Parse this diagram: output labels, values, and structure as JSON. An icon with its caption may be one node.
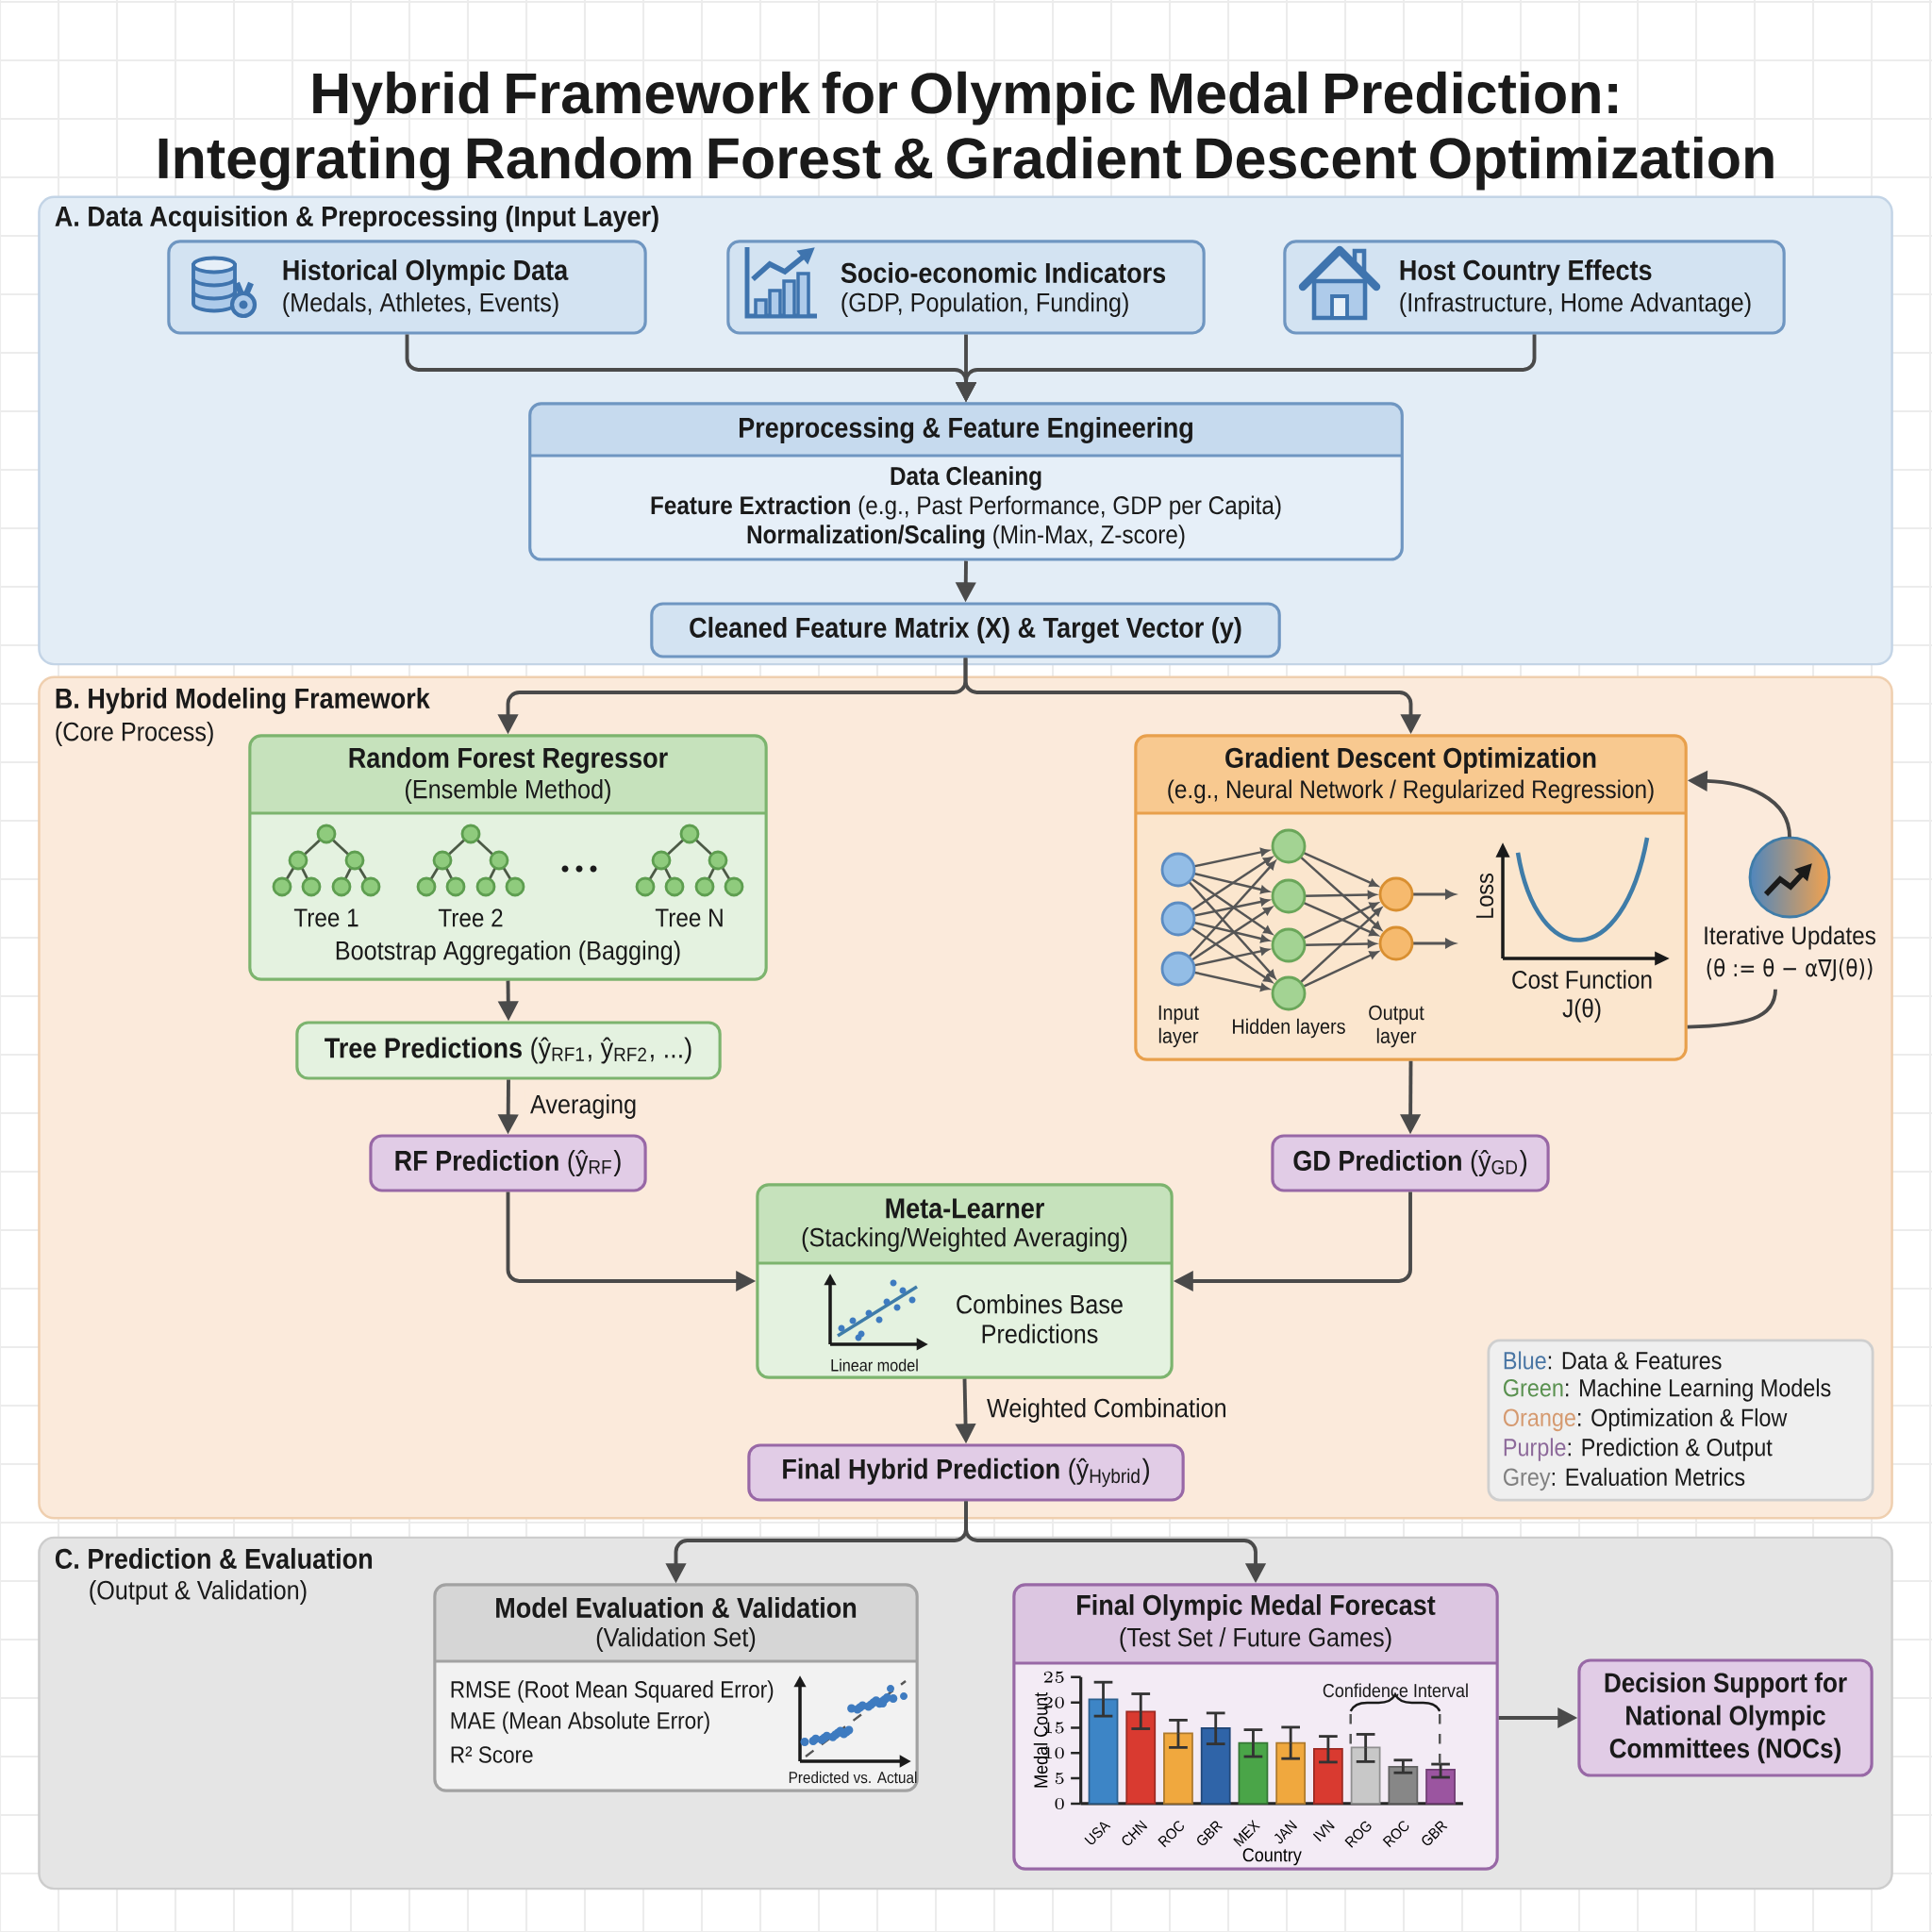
{
  "diagram": {
    "title": "Hybrid Framework for Olympic Medal Prediction: Integrating Random Forest & Gradient Descent Optimization",
    "nodes": [
      {
        "text": [
          "A. Data Acquisition & Preprocessing (Input Layer)"
        ]
      },
      {
        "text": [
          "Historical Olympic Data",
          "(Medals, Athletes, Events)"
        ],
        "in": 0
      },
      {
        "text": [
          "Socio-economic Indicators",
          "(GDP, Population, Funding)"
        ],
        "in": 0
      },
      {
        "text": [
          "Host Country Effects",
          "(Infrastructure, Home Advantage)"
        ],
        "in": 0
      },
      {
        "text": [
          "Preprocessing & Feature Engineering",
          "Data Cleaning",
          "**Feature Extraction** (e.g., Past Performance, GDP per Capita)",
          "**Normalization/Scaling** (Min-Max, Z-score)"
        ],
        "in": 0
      },
      {
        "text": [
          "Cleaned Feature Matrix (X) & Target Vector (y)"
        ],
        "in": 0
      },
      {
        "text": [
          "B. Hybrid Modeling Framework",
          "(Core Process)"
        ]
      },
      {
        "text": [
          "Random Forest Regressor",
          "(Ensemble Method)",
          "Tree 1",
          "Tree 2",
          "Tree N",
          "Bootstrap Aggregation (Bagging)"
        ],
        "in": 6
      },
      {
        "text": [
          "**Tree Predictions** (ŷ$_{RF1}$, ŷ$_{RF2}$, ...)"
        ],
        "in": 6
      },
      {
        "text": [
          "**RF Prediction** (ŷ$_{RF}$)"
        ],
        "in": 6
      },
      {
        "text": [
          "Gradient Descent Optimization",
          "(e.g., Neural Network / Regularized Regression)",
          "Input layer",
          "Hidden layers",
          "Output layer",
          "Loss",
          "Cost Function J(θ)"
        ],
        "in": 6
      },
      {
        "text": [
          "Iterative Updates",
          "(θ := θ − α∇J(θ))"
        ],
        "in": 6
      },
      {
        "text": [
          "**GD Prediction** (ŷ$_{GD}$)"
        ],
        "in": 6
      },
      {
        "text": [
          "Meta-Learner",
          "(Stacking/Weighted Averaging)",
          "Linear model",
          "Combines Base Predictions"
        ],
        "in": 6
      },
      {
        "text": [
          "**Final Hybrid Prediction** (ŷ$_{Hybrid}$)"
        ],
        "in": 6
      },
      {
        "text": [
          "C. Prediction & Evaluation",
          "(Output & Validation)"
        ]
      },
      {
        "text": [
          "Model Evaluation & Validation",
          "(Validation Set)",
          "RMSE (Root Mean Squared Error)",
          "MAE (Mean Absolute Error)",
          "R² Score",
          "Predicted vs. Actual"
        ],
        "in": 15
      },
      {
        "text": [
          "Final Olympic Medal Forecast",
          "(Test Set / Future Games)"
        ],
        "in": 15
      },
      {
        "text": [
          "Decision Support for National Olympic Committees (NOCs)"
        ],
        "in": 15
      }
    ],
    "edges": [
      {
        "from": 1,
        "to": 4,
        "arrow": "to"
      },
      {
        "from": 2,
        "to": 4,
        "arrow": "to"
      },
      {
        "from": 3,
        "to": 4,
        "arrow": "to"
      },
      {
        "from": 4,
        "to": 5,
        "arrow": "to"
      },
      {
        "from": 5,
        "to": 7,
        "arrow": "to"
      },
      {
        "from": 5,
        "to": 10,
        "arrow": "to"
      },
      {
        "from": 7,
        "to": 8,
        "arrow": "to"
      },
      {
        "from": 8,
        "to": 9,
        "arrow": "to",
        "label": "Averaging"
      },
      {
        "from": 9,
        "to": 13,
        "arrow": "to"
      },
      {
        "from": 10,
        "to": 12,
        "arrow": "to"
      },
      {
        "from": 12,
        "to": 13,
        "arrow": "to"
      },
      {
        "from": 10,
        "to": 11,
        "arrow": "none"
      },
      {
        "from": 11,
        "to": 10,
        "arrow": "to"
      },
      {
        "from": 13,
        "to": 14,
        "arrow": "to",
        "label": "Weighted Combination"
      },
      {
        "from": 14,
        "to": 16,
        "arrow": "to"
      },
      {
        "from": 14,
        "to": 17,
        "arrow": "to"
      },
      {
        "from": 17,
        "to": 18,
        "arrow": "to"
      }
    ],
    "legend": [
      {
        "text": "Blue: Data & Features",
        "color": "#4a76a4"
      },
      {
        "text": "Green: Machine Learning Models",
        "color": "#5a9150"
      },
      {
        "text": "Orange: Optimization & Flow",
        "color": "#d59a70"
      },
      {
        "text": "Purple: Prediction & Output",
        "color": "#8d6a9a"
      },
      {
        "text": "Grey: Evaluation Metrics",
        "color": "#808080"
      }
    ],
    "chart_data": {
      "type": "bar",
      "xlabel": "Country",
      "ylabel": "Medal Count",
      "categories": [
        "USA",
        "CHN",
        "ROC",
        "GBR",
        "MEX",
        "JAN",
        "IVN",
        "ROG",
        "ROC",
        "GBR"
      ],
      "series": [
        {
          "color": "#3d85c6",
          "values": [
            20.6,
            null,
            null,
            null,
            null,
            null,
            null,
            null,
            null,
            null
          ],
          "errors": [
            [
              17.3,
              24.0
            ],
            null,
            null,
            null,
            null,
            null,
            null,
            null,
            null,
            null
          ]
        },
        {
          "color": "#d93a30",
          "values": [
            null,
            18.2,
            null,
            null,
            null,
            null,
            10.8,
            null,
            null,
            null
          ],
          "errors": [
            null,
            [
              14.8,
              21.7
            ],
            null,
            null,
            null,
            null,
            [
              8.2,
              13.3
            ],
            null,
            null,
            null
          ]
        },
        {
          "color": "#f0a83e",
          "values": [
            null,
            null,
            13.9,
            null,
            null,
            12.0,
            null,
            null,
            null,
            null
          ],
          "errors": [
            null,
            null,
            [
              11.1,
              16.5
            ],
            null,
            null,
            [
              8.9,
              15.1
            ],
            null,
            null,
            null,
            null
          ]
        },
        {
          "color": "#2f64a8",
          "values": [
            null,
            null,
            null,
            14.9,
            null,
            null,
            null,
            null,
            null,
            null
          ],
          "errors": [
            null,
            null,
            null,
            [
              11.8,
              17.9
            ],
            null,
            null,
            null,
            null,
            null,
            null
          ]
        },
        {
          "color": "#4aa548",
          "values": [
            null,
            null,
            null,
            null,
            12.0,
            null,
            null,
            null,
            null,
            null
          ],
          "errors": [
            null,
            null,
            null,
            null,
            [
              9.3,
              14.6
            ],
            null,
            null,
            null,
            null,
            null
          ]
        },
        {
          "color": "#c8c8c8",
          "values": [
            null,
            null,
            null,
            null,
            null,
            null,
            null,
            11.1,
            null,
            null
          ],
          "errors": [
            null,
            null,
            null,
            null,
            null,
            null,
            null,
            [
              8.3,
              13.7
            ],
            null,
            null
          ]
        },
        {
          "color": "#878787",
          "values": [
            null,
            null,
            null,
            null,
            null,
            null,
            null,
            null,
            7.3,
            null
          ],
          "errors": [
            null,
            null,
            null,
            null,
            null,
            null,
            null,
            null,
            [
              6.1,
              8.6
            ],
            null
          ]
        },
        {
          "color": "#9b55a0",
          "values": [
            null,
            null,
            null,
            null,
            null,
            null,
            null,
            null,
            null,
            6.7
          ],
          "errors": [
            null,
            null,
            null,
            null,
            null,
            null,
            null,
            null,
            null,
            [
              5.2,
              7.8
            ]
          ]
        }
      ],
      "ylim": [
        0,
        25
      ],
      "yticks": [
        0,
        5,
        10,
        15,
        20,
        25
      ],
      "annotations": [
        "Confidence Interval"
      ]
    }
  }
}
